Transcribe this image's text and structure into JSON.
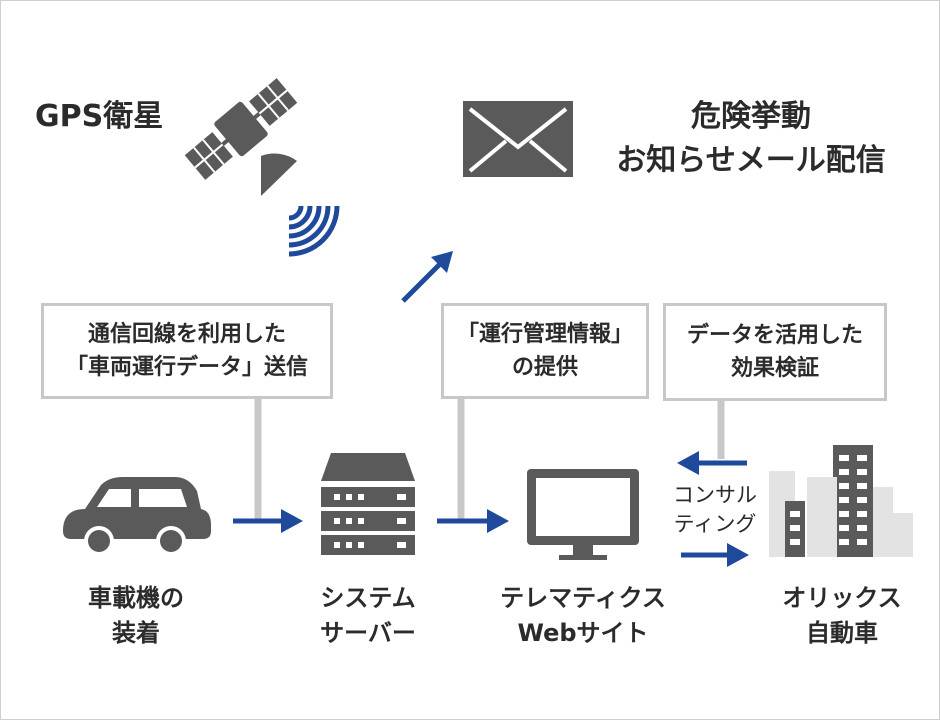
{
  "title": {
    "gps": "GPS衛星"
  },
  "mail": {
    "lines": [
      "危険挙動",
      "お知らせメール配信"
    ]
  },
  "boxes": {
    "transmission": [
      "通信回線を利用した",
      "「車両運行データ」送信"
    ],
    "provision": [
      "「運行管理情報」",
      "の提供"
    ],
    "verification": [
      "データを活用した",
      "効果検証"
    ]
  },
  "consulting": [
    "コンサル",
    "ティング"
  ],
  "nodes": {
    "car": [
      "車載機の",
      "装着"
    ],
    "server": [
      "システム",
      "サーバー"
    ],
    "web": [
      "テレマティクス",
      "Webサイト"
    ],
    "orix": [
      "オリックス",
      "自動車"
    ]
  },
  "colors": {
    "arrow": "#1f4a9c",
    "icon": "#5a5a5a",
    "connector": "#c8c8c8",
    "building_light": "#e3e3e3"
  },
  "icons": [
    "satellite-icon",
    "signal-waves-icon",
    "mail-icon",
    "car-icon",
    "server-icon",
    "monitor-icon",
    "building-icon"
  ]
}
